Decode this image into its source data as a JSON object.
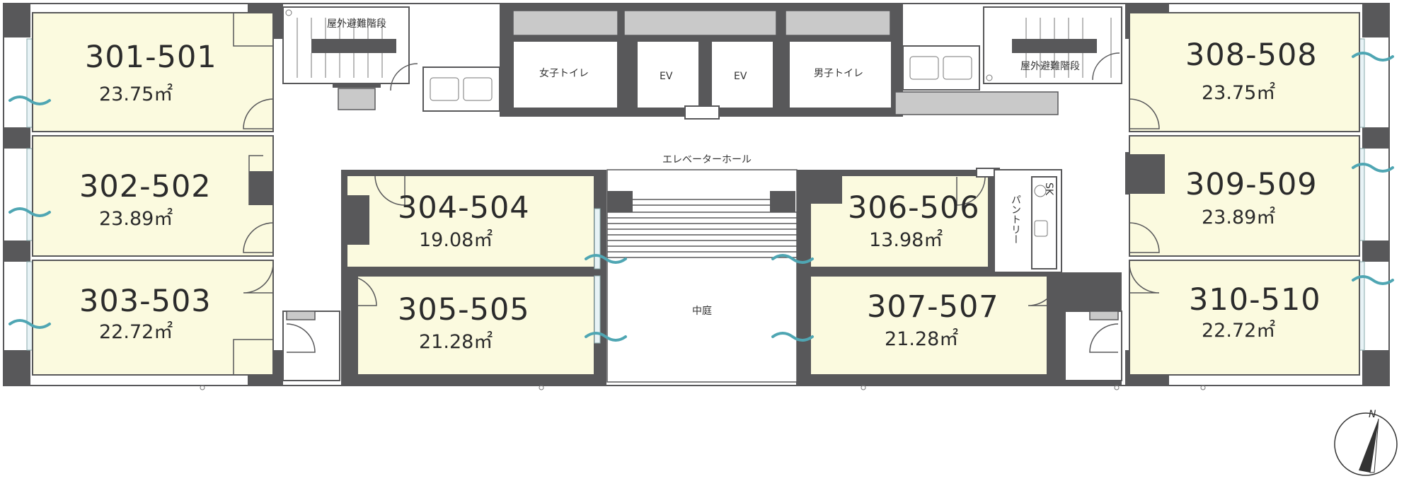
{
  "rooms": [
    {
      "id": "301-501",
      "area": "23.75㎡"
    },
    {
      "id": "302-502",
      "area": "23.89㎡"
    },
    {
      "id": "303-503",
      "area": "22.72㎡"
    },
    {
      "id": "304-504",
      "area": "19.08㎡"
    },
    {
      "id": "305-505",
      "area": "21.28㎡"
    },
    {
      "id": "306-506",
      "area": "13.98㎡"
    },
    {
      "id": "307-507",
      "area": "21.28㎡"
    },
    {
      "id": "308-508",
      "area": "23.75㎡"
    },
    {
      "id": "309-509",
      "area": "23.89㎡"
    },
    {
      "id": "310-510",
      "area": "22.72㎡"
    }
  ],
  "labels": {
    "stairs_left": "屋外避難階段",
    "stairs_right": "屋外避難階段",
    "womens_toilet": "女子トイレ",
    "mens_toilet": "男子トイレ",
    "ev_left": "EV",
    "ev_right": "EV",
    "elevator_hall": "エレベーターホール",
    "courtyard": "中庭",
    "pantry": "パントリー",
    "sk": "SK"
  },
  "compass": {
    "letter": "N"
  },
  "colors": {
    "room_fill": "#fbfadf",
    "wall": "#58585a",
    "window_wave": "#4fa6b3"
  }
}
